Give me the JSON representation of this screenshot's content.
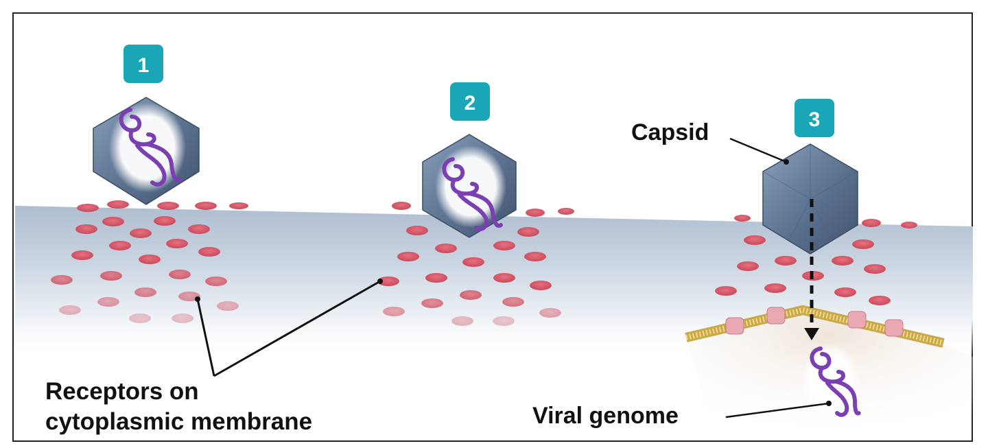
{
  "steps": [
    {
      "number": "1"
    },
    {
      "number": "2"
    },
    {
      "number": "3"
    }
  ],
  "labels": {
    "capsid": "Capsid",
    "receptors_line1": "Receptors on",
    "receptors_line2": "cytoplasmic membrane",
    "viral_genome": "Viral genome"
  },
  "colors": {
    "badge": "#19a7b8",
    "capsid": "#5e7593",
    "genome": "#7a3fb0",
    "receptor": "#d95566",
    "membrane_surface": "#c9d4e1",
    "cytoplasm": "#f1e6dc"
  }
}
